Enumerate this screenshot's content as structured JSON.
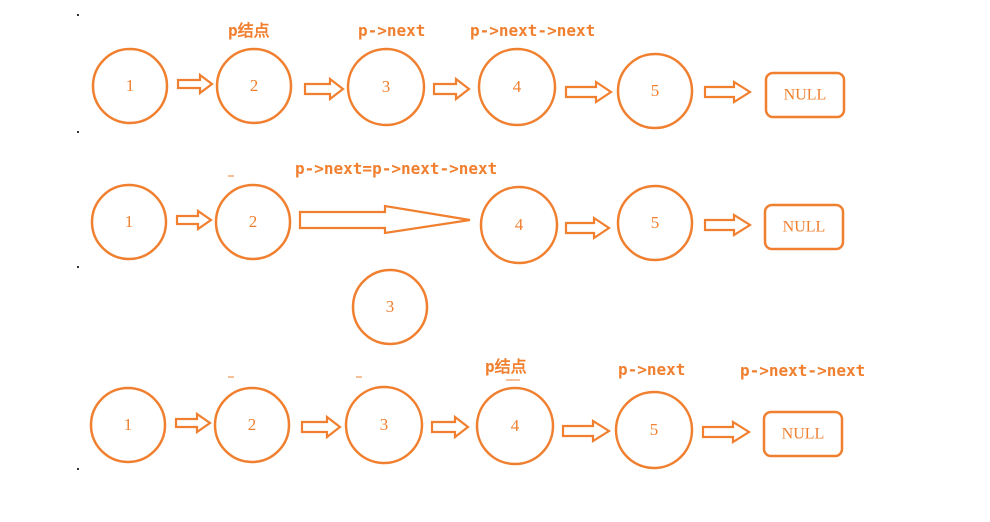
{
  "colors": {
    "accent": "#f08030",
    "background": "#ffffff"
  },
  "rows": [
    {
      "nodes": [
        "1",
        "2",
        "3",
        "4",
        "5",
        "NULL"
      ],
      "labels": {
        "p_node": "p结点",
        "p_next": "p->next",
        "p_next_next": "p->next->next"
      }
    },
    {
      "nodes": [
        "1",
        "2",
        "4",
        "5",
        "NULL"
      ],
      "detached_node": "3",
      "labels": {
        "assign": "p->next=p->next->next"
      }
    },
    {
      "nodes": [
        "1",
        "2",
        "3",
        "4",
        "5",
        "NULL"
      ],
      "labels": {
        "p_node": "p结点",
        "p_next": "p->next",
        "p_next_next": "p->next->next"
      }
    }
  ]
}
